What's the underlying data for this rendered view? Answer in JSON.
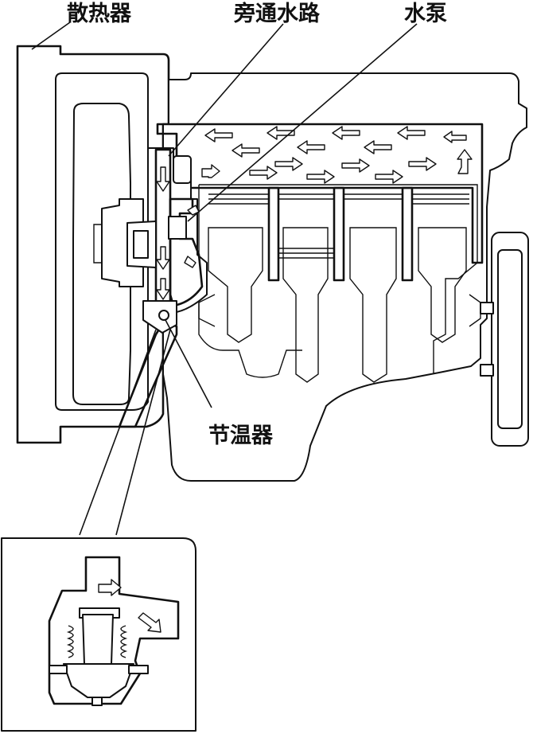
{
  "labels": {
    "radiator": "散热器",
    "bypass": "旁通水路",
    "water_pump": "水泵",
    "thermostat": "节温器"
  },
  "colors": {
    "coolant": "#8f8f8f",
    "outline": "#111111",
    "background": "#ffffff"
  }
}
